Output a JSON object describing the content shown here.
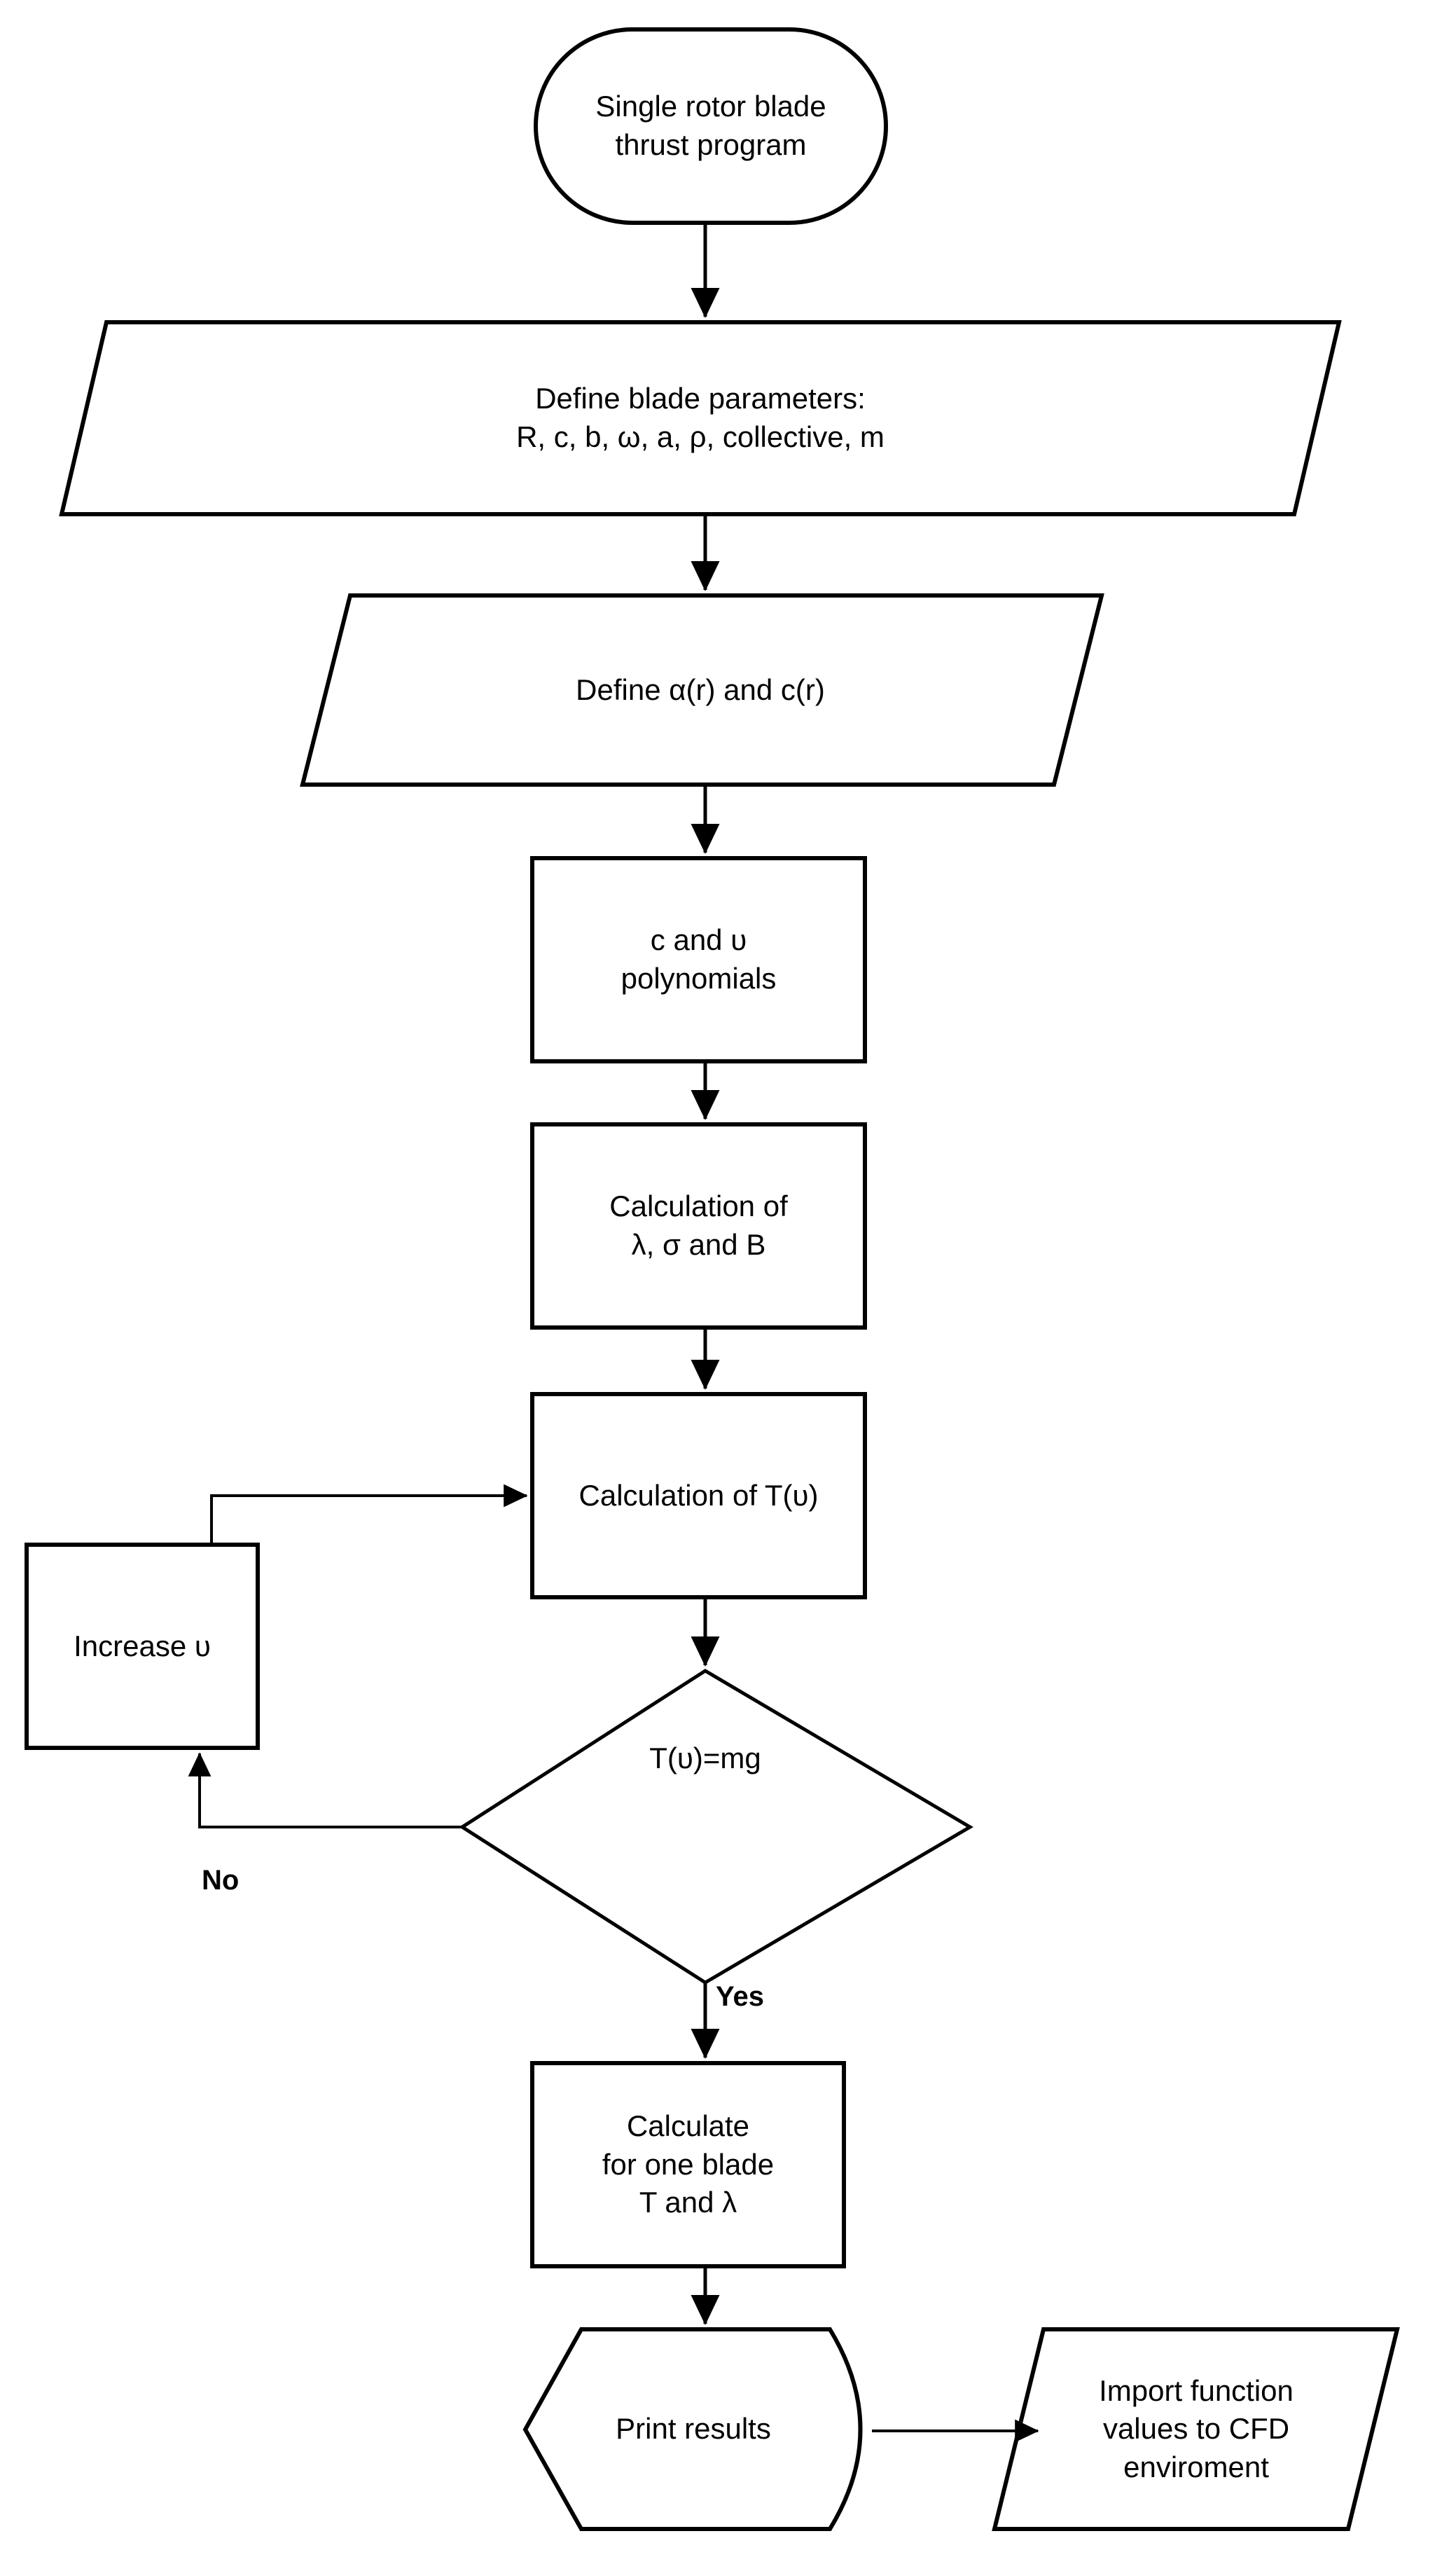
{
  "diagram": {
    "title": "Single rotor blade thrust program flowchart",
    "type": "flowchart",
    "colors": {
      "stroke": "#000000",
      "fill": "#ffffff",
      "text": "#000000"
    },
    "nodes": [
      {
        "id": "start",
        "shape": "terminator",
        "text": "Single rotor blade\nthrust program"
      },
      {
        "id": "define-params",
        "shape": "parallelogram",
        "text": "Define blade parameters:\nR, c, b, ω, a, ρ, collective, m"
      },
      {
        "id": "define-alpha-c",
        "shape": "parallelogram",
        "text": "Define α(r) and c(r)"
      },
      {
        "id": "polynomials",
        "shape": "process",
        "text": "c and υ\npolynomials"
      },
      {
        "id": "calc-lambda-sigma-b",
        "shape": "process",
        "text": "Calculation of\nλ, σ  and B"
      },
      {
        "id": "calc-thrust",
        "shape": "process",
        "text": "Calculation of T(υ)"
      },
      {
        "id": "increase-v",
        "shape": "process",
        "text": "Increase υ"
      },
      {
        "id": "decision-thrust-equals-weight",
        "shape": "decision",
        "text": "T(υ)=mg"
      },
      {
        "id": "calc-one-blade",
        "shape": "process",
        "text": "Calculate\nfor one blade\nT and λ"
      },
      {
        "id": "print-results",
        "shape": "display",
        "text": "Print results"
      },
      {
        "id": "import-cfd",
        "shape": "parallelogram",
        "text": "Import function\nvalues to CFD\nenviroment"
      }
    ],
    "edge_labels": {
      "no": "No",
      "yes": "Yes"
    }
  }
}
